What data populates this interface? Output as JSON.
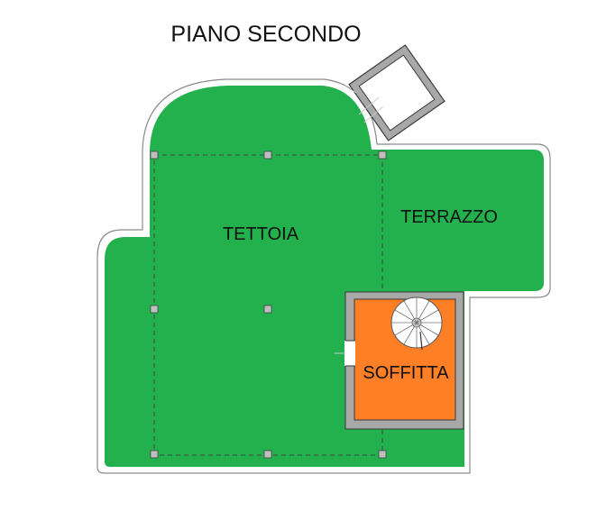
{
  "plan": {
    "title": "PIANO SECONDO",
    "rooms": {
      "tettoia": "TETTOIA",
      "terrazzo": "TERRAZZO",
      "soffitta": "SOFFITTA"
    }
  },
  "colors": {
    "floor_outdoor": "#22B14C",
    "floor_attic": "#FF7F27",
    "wall": "#A8A8A8",
    "wall_edge": "#3A3A3A",
    "pillar": "#BFBFBF",
    "text": "#111111"
  }
}
